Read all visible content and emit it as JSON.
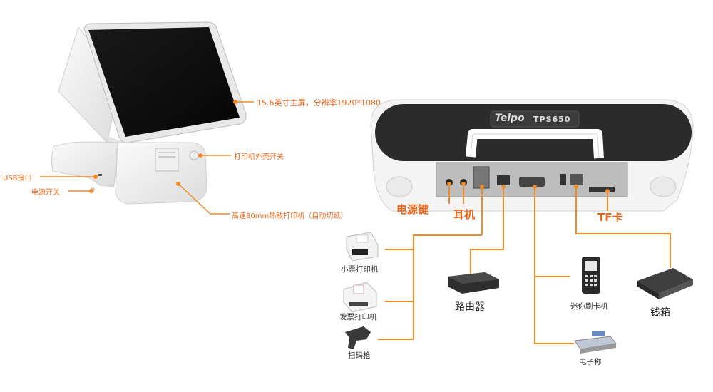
{
  "colors": {
    "accent": "#f08a24",
    "label_orange": "#e8661b",
    "text_dark": "#333333"
  },
  "left_pos": {
    "screen_label": "15.6英寸主屏，分辨率1920*1080",
    "printer_cover_label": "打印机外壳开关",
    "usb_label": "USB接口",
    "power_switch_label": "电源开关",
    "printer_label": "高速80mm热敏打印机（自动切纸）"
  },
  "rear_panel": {
    "brand": "Telpo",
    "model": "TPS650",
    "port_labels": {
      "power_key": "电源键",
      "earphone": "耳机",
      "tf_card": "TF卡"
    }
  },
  "peripherals": {
    "receipt_printer": "小票打印机",
    "invoice_printer": "发票打印机",
    "scanner": "扫码枪",
    "router": "路由器",
    "card_reader": "迷你刷卡机",
    "scale": "电子称",
    "cash_drawer": "钱箱"
  }
}
